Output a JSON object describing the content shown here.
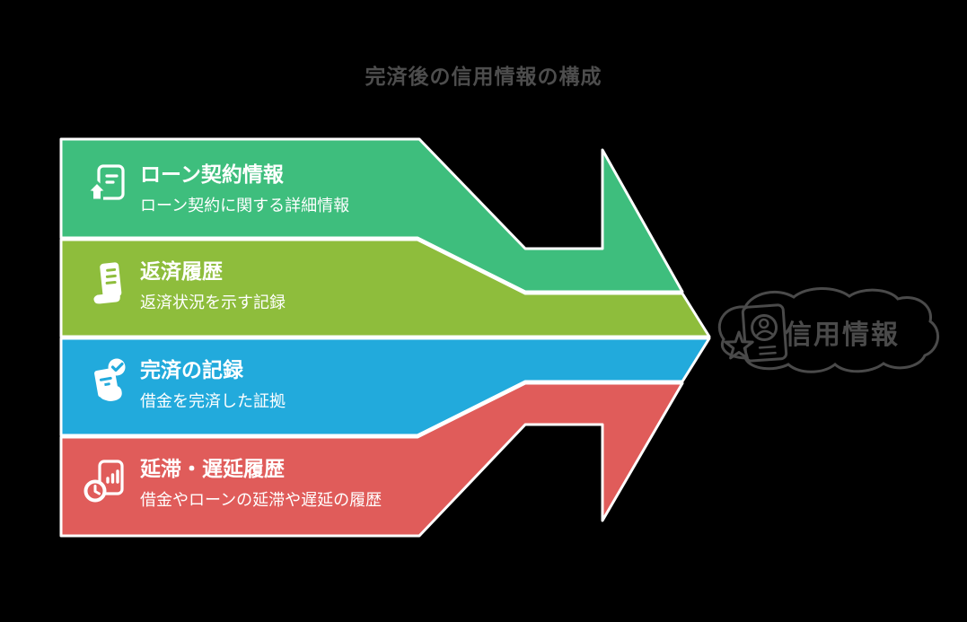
{
  "title": "完済後の信用情報の構成",
  "colors": {
    "background": "#000000",
    "separator": "#FFFFFF",
    "title_text": "#4D4D4D",
    "cloud_outline": "#4A4A4A",
    "band_text": "#FFFFFF"
  },
  "bands": [
    {
      "heading": "ローン契約情報",
      "description": "ローン契約に関する詳細情報",
      "color": "#3EBE7D",
      "icon": "loan-document-house-icon"
    },
    {
      "heading": "返済履歴",
      "description": "返済状況を示す記録",
      "color": "#8EBD3C",
      "icon": "repayment-receipt-icon"
    },
    {
      "heading": "完済の記録",
      "description": "借金を完済した証拠",
      "color": "#22AADC",
      "icon": "hand-check-document-icon"
    },
    {
      "heading": "延滞・遅延履歴",
      "description": "借金やローンの延滞や遅延の履歴",
      "color": "#E05C5A",
      "icon": "delinquency-chart-clock-icon"
    }
  ],
  "result": {
    "label": "信用情報",
    "icon": "id-card-star-icon"
  }
}
